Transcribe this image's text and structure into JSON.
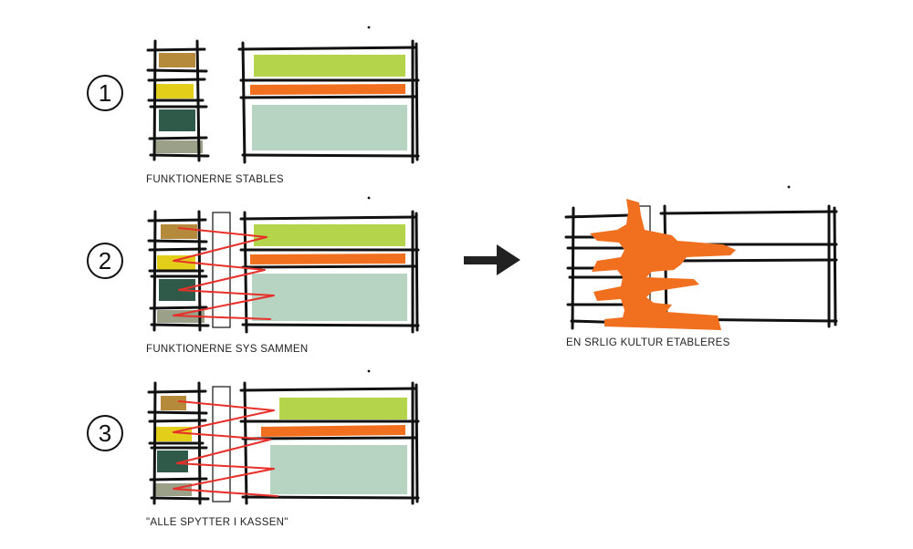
{
  "steps": [
    {
      "number": "1",
      "caption": "FUNKTIONERNE STABLES"
    },
    {
      "number": "2",
      "caption": "FUNKTIONERNE SYS SAMMEN"
    },
    {
      "number": "3",
      "caption": "\"ALLE SPYTTER I KASSEN\""
    }
  ],
  "result": {
    "caption": "EN SRLIG KULTUR ETABLERES"
  },
  "colors": {
    "ochre": "#b58a3a",
    "yellow": "#e3cf1a",
    "dark_green": "#2f5a4a",
    "sage": "#9aa188",
    "lime": "#b4d44c",
    "orange": "#f07020",
    "mint": "#b7d3c2",
    "red": "#e8302a",
    "ink": "#111111"
  }
}
